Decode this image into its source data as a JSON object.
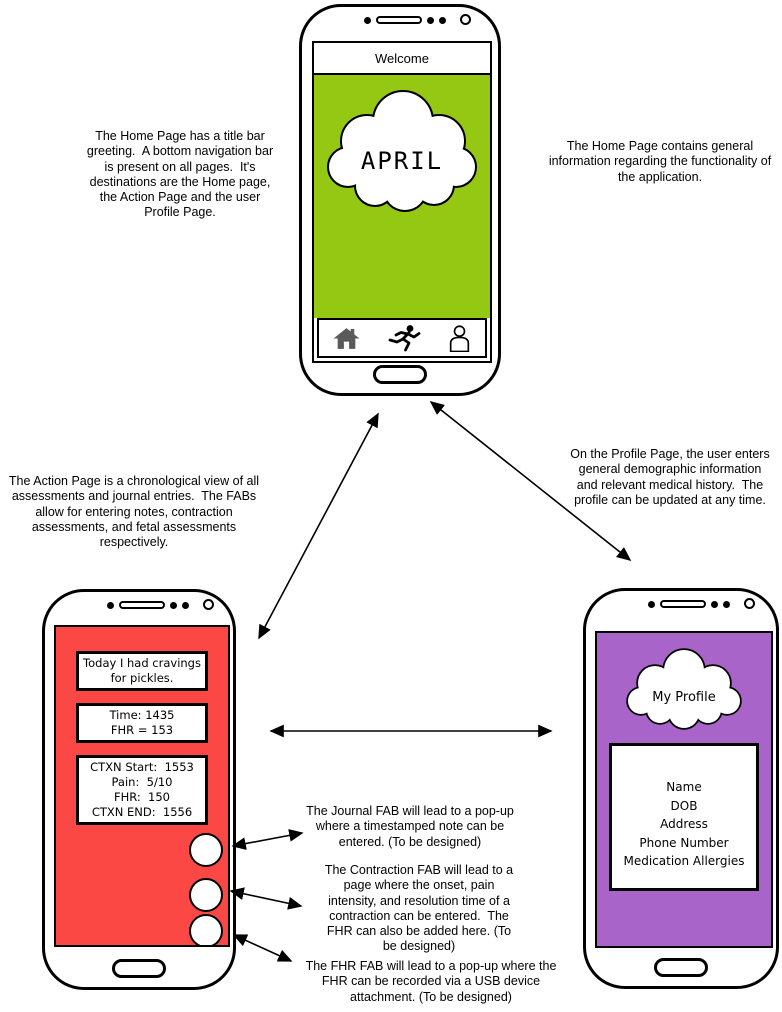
{
  "colors": {
    "home_screen_green": "#95C813",
    "action_screen_red": "#FB4845",
    "profile_screen_purple": "#A964C9",
    "home_icon_gray": "#5A5A5A"
  },
  "home_phone": {
    "title_bar": "Welcome",
    "cloud_label": "APRIL",
    "nav_icons": [
      "home-icon",
      "running-person-icon",
      "person-icon"
    ]
  },
  "action_phone": {
    "journal_entry": "Today I had cravings\nfor pickles.",
    "fetal_entry": "Time: 1435\nFHR = 153",
    "contraction_entry": "CTXN Start:  1553\nPain:  5/10\nFHR:  150\nCTXN END:  1556",
    "fabs": [
      "journal-fab",
      "contraction-fab",
      "fhr-fab"
    ]
  },
  "profile_phone": {
    "cloud_label": "My Profile",
    "fields": "Name\nDOB\nAddress\nPhone Number\nMedication Allergies"
  },
  "annotations": {
    "home_left": "The Home Page has a title bar\ngreeting.  A bottom navigation bar\nis present on all pages.  It's\ndestinations are the Home page,\nthe Action Page and the user\nProfile Page.",
    "home_right": "The Home Page contains general\ninformation regarding the functionality of\nthe application.",
    "action": "The Action Page is a chronological view of all\nassessments and journal entries.  The FABs\nallow for entering notes, contraction\nassessments, and fetal assessments\nrespectively.",
    "profile": "On the Profile Page, the user enters\ngeneral demographic information\nand relevant medical history.  The\nprofile can be updated at any time.",
    "journal_fab": "The Journal FAB will lead to a pop-up\nwhere a timestamped note can be\nentered. (To be designed)",
    "contraction_fab": "The Contraction FAB will lead to a\npage where the onset, pain\nintensity, and resolution time of a\ncontraction can be entered.  The\nFHR can also be added here. (To\nbe designed)",
    "fhr_fab": "The FHR FAB will lead to a pop-up where the\nFHR can be recorded via a USB device\nattachment. (To be designed)"
  }
}
